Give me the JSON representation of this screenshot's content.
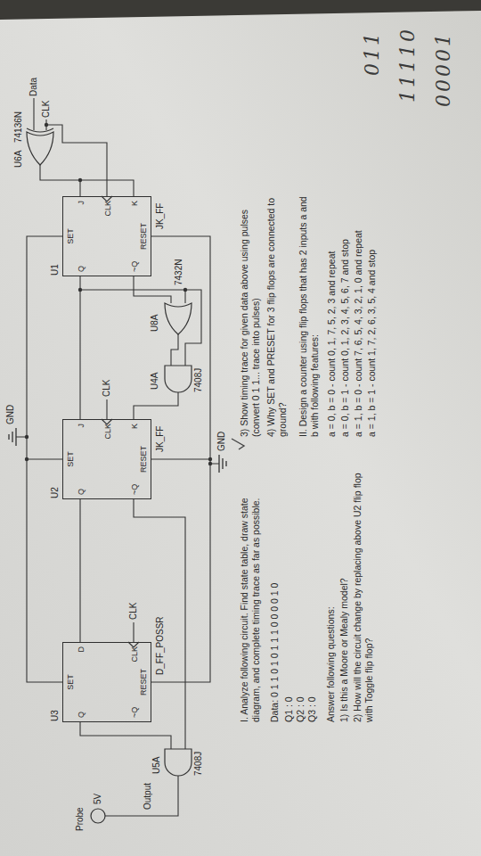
{
  "diagram": {
    "nodes": [
      {
        "text": [
          "U1",
          "SET",
          "Q",
          "J",
          "CLK",
          "K",
          "RESET",
          "~Q",
          "JK_FF"
        ]
      },
      {
        "text": [
          "U2",
          "SET",
          "Q",
          "J",
          "CLK",
          "K",
          "RESET",
          "~Q",
          "JK_FF"
        ]
      },
      {
        "text": [
          "U3",
          "SET",
          "D",
          "Q",
          "CLK",
          "~Q",
          "RESET",
          "D_FF_POSSR"
        ]
      }
    ],
    "edges": [
      {
        "from": 0,
        "to": 1,
        "arrow": "none"
      },
      {
        "from": 1,
        "to": 2,
        "arrow": "none"
      }
    ],
    "labels": [
      "GND",
      "Data",
      "U6A",
      "CLK",
      "74136N",
      "U8A",
      "7432N",
      "U4A",
      "7408J",
      "CLK",
      "CLK",
      "U5A",
      "7408J",
      "Probe",
      "5V",
      "Output",
      "GND",
      "I. Analyze following circuit. Find state table, draw state diagram, and complete timing trace as far as possible.",
      "Data: 0 1 1 0 1 0 1 1 1 0 0 0 0 1 0",
      "Q1 : 0",
      "Q2 : 0",
      "Q3 : 0",
      "Answer following questions:",
      "1) Is this a Moore or Mealy model?",
      "2) How will the circuit change by replacing above U2 flip flop with Toggle flip flop?",
      "3) Show timing trace for given data above using pulses (convert 0 1 1... trace into pulses)",
      "4) Why SET and PRESET for 3 flip flops are connected to ground?",
      "II. Design a counter using flip flops that has 2 inputs a and b with following features:",
      "a = 0, b = 0 - count 0, 1, 7, 5, 2, 3 and repeat",
      "a = 0, b = 1 - count 0, 1, 2, 3, 4, 5, 6, 7 and stop",
      "a = 1, b = 0 - count 7, 6, 5, 4, 3, 2, 1, 0 and repeat",
      "a = 1, b = 1 - count 1, 7, 2, 6, 3, 5, 4 and stop",
      "011",
      "11110",
      "00001"
    ]
  }
}
